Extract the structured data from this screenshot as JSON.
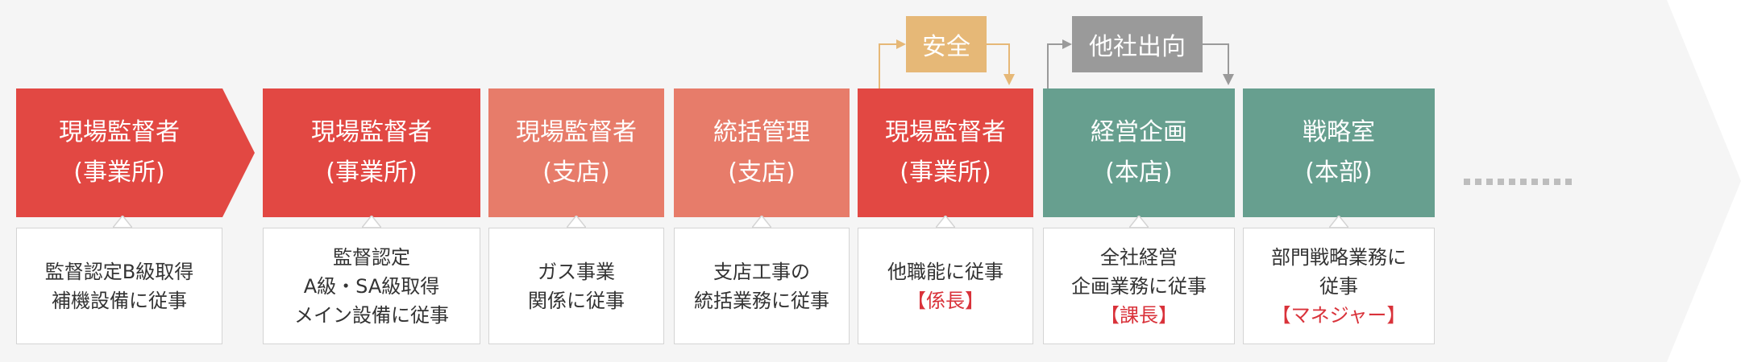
{
  "colors": {
    "red": "#e24843",
    "salmon": "#e77c6a",
    "green": "#679f8f",
    "tag_safety": "#e6b877",
    "tag_secondment": "#9a9a9a",
    "role_text": "#d9323a",
    "background_arrow": "#f5f5f5",
    "dots": "#bdbdbd"
  },
  "steps": [
    {
      "title": "現場監督者",
      "subtitle": "(事業所)",
      "color": "red",
      "description": [
        "監督認定B級取得",
        "補機設備に従事"
      ],
      "role": ""
    },
    {
      "title": "現場監督者",
      "subtitle": "(事業所)",
      "color": "red",
      "description": [
        "監督認定",
        "A級・SA級取得",
        "メイン設備に従事"
      ],
      "role": ""
    },
    {
      "title": "現場監督者",
      "subtitle": "(支店)",
      "color": "salmon",
      "description": [
        "ガス事業",
        "関係に従事"
      ],
      "role": ""
    },
    {
      "title": "統括管理",
      "subtitle": "(支店)",
      "color": "salmon",
      "description": [
        "支店工事の",
        "統括業務に従事"
      ],
      "role": ""
    },
    {
      "title": "現場監督者",
      "subtitle": "(事業所)",
      "color": "red",
      "description": [
        "他職能に従事"
      ],
      "role": "【係長】"
    },
    {
      "title": "経営企画",
      "subtitle": "(本店)",
      "color": "green",
      "description": [
        "全社経営",
        "企画業務に従事"
      ],
      "role": "【課長】"
    },
    {
      "title": "戦略室",
      "subtitle": "(本部)",
      "color": "green",
      "description": [
        "部門戦略業務に",
        "従事"
      ],
      "role": "【マネジャー】"
    }
  ],
  "tags": [
    {
      "label": "安全",
      "color": "tag_safety"
    },
    {
      "label": "他社出向",
      "color": "tag_secondment"
    }
  ]
}
